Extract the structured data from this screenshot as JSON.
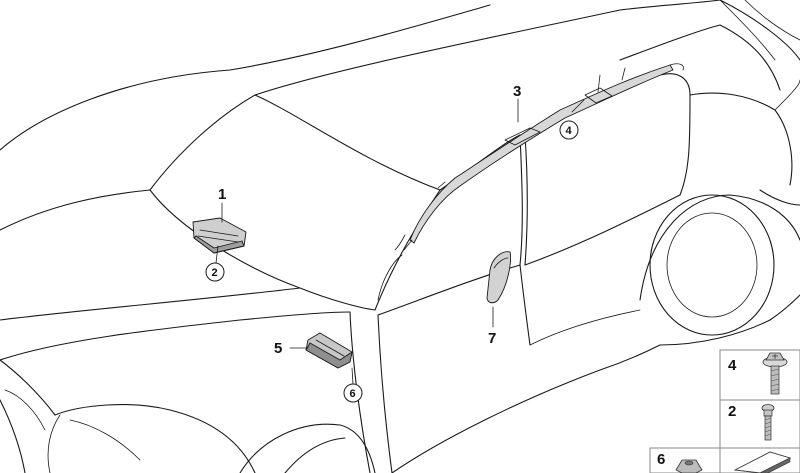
{
  "diagram": {
    "callouts": [
      {
        "id": "1",
        "label": "1",
        "circled": false
      },
      {
        "id": "2",
        "label": "2",
        "circled": true
      },
      {
        "id": "3",
        "label": "3",
        "circled": false
      },
      {
        "id": "4",
        "label": "4",
        "circled": true
      },
      {
        "id": "5",
        "label": "5",
        "circled": false
      },
      {
        "id": "6",
        "label": "6",
        "circled": true
      },
      {
        "id": "7",
        "label": "7",
        "circled": false
      }
    ],
    "legend": {
      "items": [
        {
          "label": "4",
          "icon": "flange-screw-icon"
        },
        {
          "label": "2",
          "icon": "bolt-icon"
        },
        {
          "label": "6",
          "icon": "hex-nut-icon"
        }
      ]
    },
    "colors": {
      "line": "#1a1a1a",
      "part_fill": "#d4d4d4",
      "part_dark": "#9a9a9a",
      "legend_border": "#888888"
    }
  }
}
